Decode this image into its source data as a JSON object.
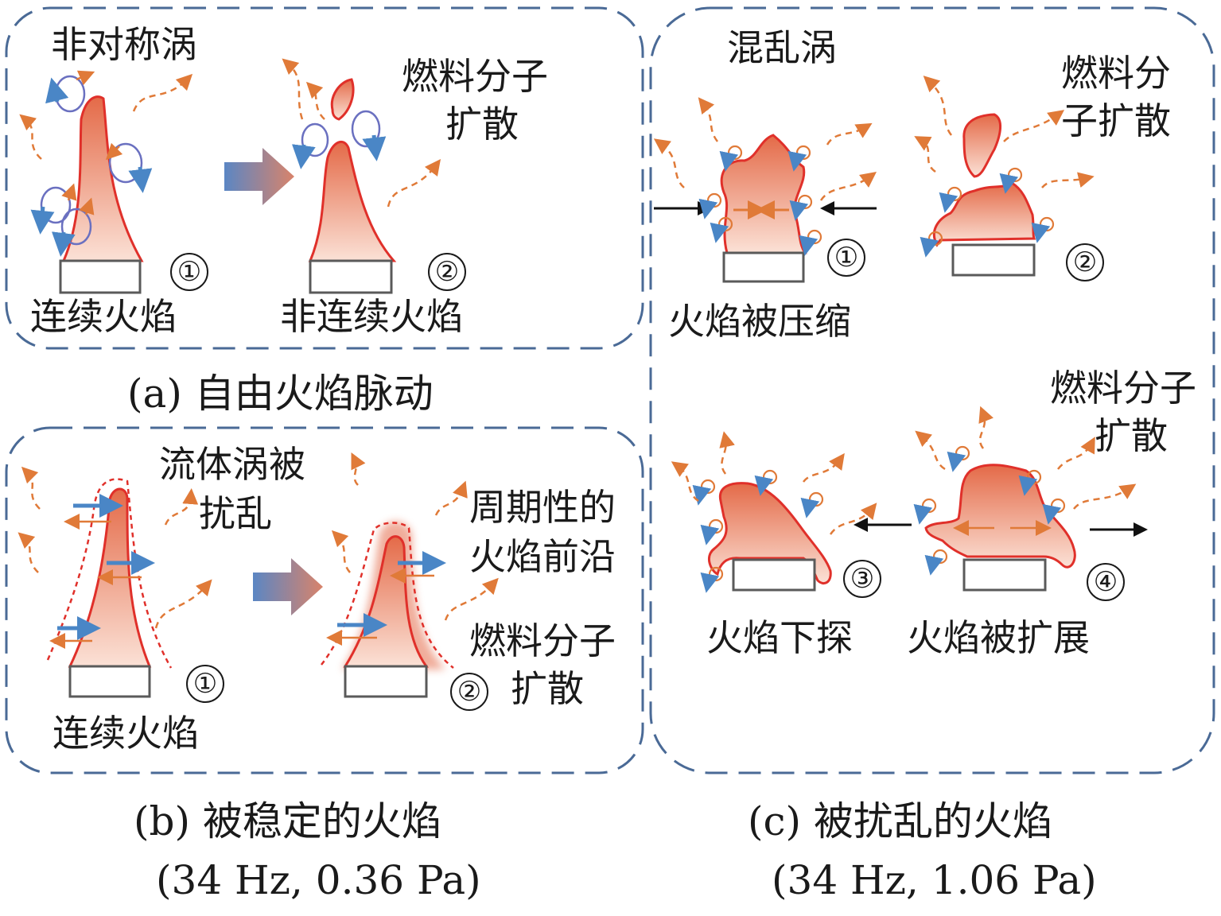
{
  "panel_a": {
    "asym_vortex": "非对称涡",
    "fuel_diffusion": [
      "燃料分子",
      "扩散"
    ],
    "continuous_flame": "连续火焰",
    "discontinuous_flame": "非连续火焰",
    "step1": "①",
    "step2": "②",
    "caption": "(a) 自由火焰脉动"
  },
  "panel_b": {
    "vortex_disturbed": [
      "流体涡被",
      "扰乱"
    ],
    "periodic_front": [
      "周期性的",
      "火焰前沿"
    ],
    "fuel_diffusion": [
      "燃料分子",
      "扩散"
    ],
    "continuous_flame": "连续火焰",
    "step1": "①",
    "step2": "②",
    "caption": "(b) 被稳定的火焰",
    "condition": "(34 Hz, 0.36 Pa)"
  },
  "panel_c": {
    "chaotic_vortex": "混乱涡",
    "fuel_diffusion_top": [
      "燃料分",
      "子扩散"
    ],
    "fuel_diffusion_mid": [
      "燃料分子",
      "扩散"
    ],
    "compressed": "火焰被压缩",
    "probing_down": "火焰下探",
    "expanded": "火焰被扩展",
    "step1": "①",
    "step2": "②",
    "step3": "③",
    "step4": "④",
    "caption": "(c) 被扰乱的火焰",
    "condition": "(34 Hz, 1.06 Pa)"
  },
  "colors": {
    "dash_border": "#4a6a96",
    "flame_edge": "#e0302a",
    "flame_fill_top": "#e46a48",
    "flame_fill_bottom": "#fbe1d6",
    "orange_arrow": "#e07a38",
    "blue_arrow": "#4a86c6",
    "burner": "#5a5a5a"
  }
}
